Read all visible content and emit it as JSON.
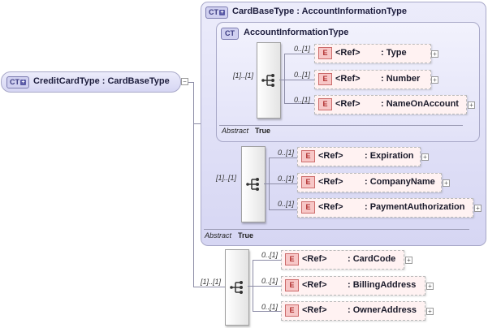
{
  "ct_badge": "CT",
  "element_badge": "E",
  "root": {
    "label": "CreditCardType : CardBaseType"
  },
  "card_base": {
    "label": "CardBaseType : AccountInformationType",
    "abstract_label": "Abstract",
    "abstract_value": "True",
    "sequence_cardinality": "[1]..[1]",
    "elements": [
      {
        "cardinality": "0..[1]",
        "ref": "<Ref>",
        "name": ": Expiration"
      },
      {
        "cardinality": "0..[1]",
        "ref": "<Ref>",
        "name": ": CompanyName"
      },
      {
        "cardinality": "0..[1]",
        "ref": "<Ref>",
        "name": ": PaymentAuthorization"
      }
    ]
  },
  "account_info": {
    "label": "AccountInformationType",
    "abstract_label": "Abstract",
    "abstract_value": "True",
    "sequence_cardinality": "[1]..[1]",
    "elements": [
      {
        "cardinality": "0..[1]",
        "ref": "<Ref>",
        "name": ": Type"
      },
      {
        "cardinality": "0..[1]",
        "ref": "<Ref>",
        "name": ": Number"
      },
      {
        "cardinality": "0..[1]",
        "ref": "<Ref>",
        "name": ": NameOnAccount"
      }
    ]
  },
  "credit_card": {
    "sequence_cardinality": "[1]..[1]",
    "elements": [
      {
        "cardinality": "0..[1]",
        "ref": "<Ref>",
        "name": ": CardCode"
      },
      {
        "cardinality": "0..[1]",
        "ref": "<Ref>",
        "name": ": BillingAddress"
      },
      {
        "cardinality": "0..[1]",
        "ref": "<Ref>",
        "name": ": OwnerAddress"
      }
    ]
  },
  "icons": {
    "sequence": "sequence-icon",
    "expand": "expand-plus-icon",
    "collapse": "collapse-minus-icon"
  }
}
